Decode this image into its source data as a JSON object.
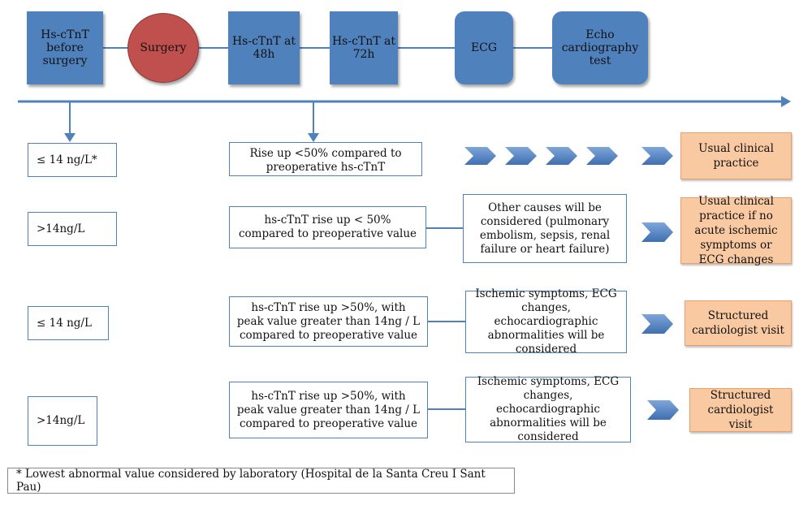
{
  "timeline": {
    "steps": [
      {
        "label": "Hs-cTnT before surgery"
      },
      {
        "label": "Surgery"
      },
      {
        "label": "Hs-cTnT at 48h"
      },
      {
        "label": "Hs-cTnT at 72h"
      },
      {
        "label": "ECG"
      },
      {
        "label": "Echo cardiography test"
      }
    ]
  },
  "rows": [
    {
      "baseline": "≤ 14 ng/L*",
      "change": "Rise up <50% compared to preoperative hs-cTnT",
      "consideration": "",
      "outcome": "Usual clinical practice"
    },
    {
      "baseline": ">14ng/L",
      "change": "hs-cTnT rise up < 50% compared to preoperative value",
      "consideration": "Other causes will be considered (pulmonary embolism, sepsis, renal failure or heart failure)",
      "outcome": "Usual clinical practice if no acute ischemic symptoms or ECG changes"
    },
    {
      "baseline": "≤ 14 ng/L",
      "change": "hs-cTnT rise up >50%, with peak value greater than 14ng / L compared to preoperative value",
      "consideration": "Ischemic symptoms, ECG changes, echocardiographic abnormalities will be considered",
      "outcome": "Structured cardiologist visit"
    },
    {
      "baseline": ">14ng/L",
      "change": "hs-cTnT rise up >50%, with peak value greater than 14ng / L compared to preoperative value",
      "consideration": "Ischemic symptoms, ECG changes, echocardiographic abnormalities will be considered",
      "outcome": "Structured cardiologist visit"
    }
  ],
  "footnote": "* Lowest abnormal value considered by laboratory (Hospital de la Santa Creu I Sant Pau)",
  "colors": {
    "step": "#4f81bd",
    "surgery": "#c0504d",
    "outcome": "#f9c9a1",
    "chevron": "#4f81bd"
  }
}
